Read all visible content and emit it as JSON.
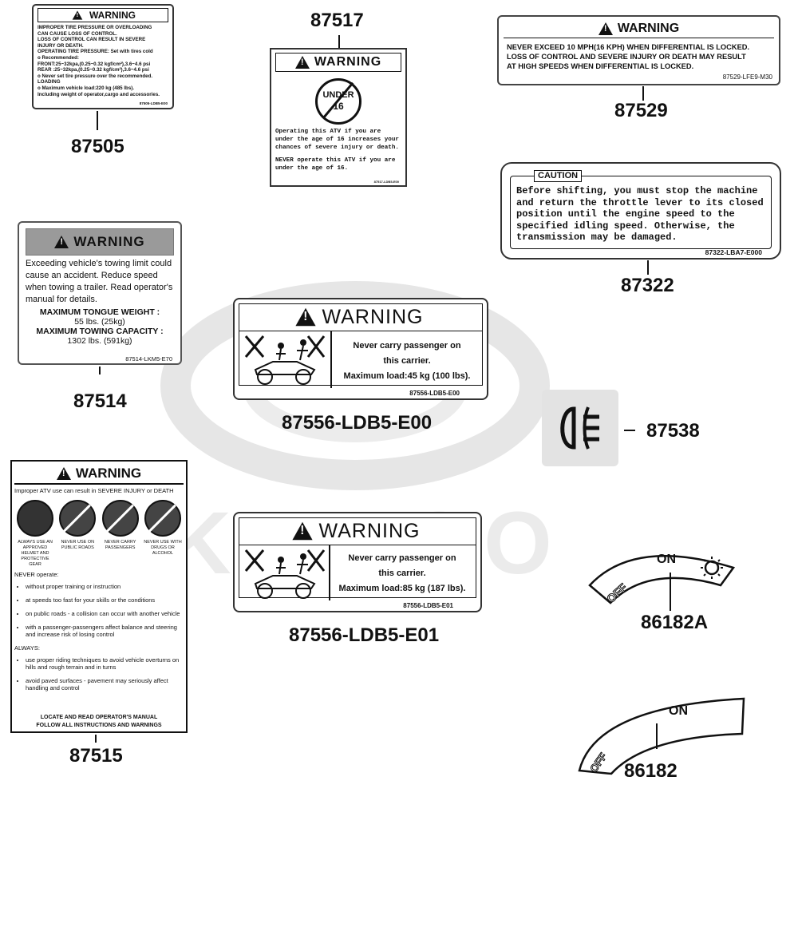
{
  "watermark": {
    "text": "KYMCO"
  },
  "labels": {
    "l87505": {
      "part": "87505",
      "header": "WARNING",
      "lines": [
        "IMPROPER TIRE PRESSURE OR OVERLOADING",
        "CAN CAUSE LOSS OF CONTROL.",
        "LOSS OF CONTROL CAN RESULT IN SEVERE",
        "INJURY OR DEATH.",
        "OPERATING TIRE PRESSURE: Set with tires cold",
        "o Recommended:",
        "FRONT:25~32kpa,(0.25~0.32 kgf/cm²),3.6~4.6 psi",
        "REAR :25~32kpa,(0.25~0.32 kgf/cm²),3.6~4.6 psi",
        "o Never set tire pressure over the recommended.",
        "LOADING",
        "o Maximum vehicle load:220 kg (485 lbs).",
        "Including weight of operator,cargo and accessories."
      ],
      "code": "87505-LDB5-E00"
    },
    "l87517": {
      "part": "87517",
      "header": "WARNING",
      "badge_line1": "UNDER",
      "badge_line2": "16",
      "text1": "Operating this ATV if you are under the age of 16 increases your chances of severe injury or death.",
      "text2": "NEVER operate this ATV if you are under the age of 16.",
      "code": "87517-LDB5-E00"
    },
    "l87529": {
      "part": "87529",
      "header": "WARNING",
      "lines": [
        "NEVER EXCEED 10 MPH(16 KPH) WHEN DIFFERENTIAL IS LOCKED.",
        "LOSS OF CONTROL AND SEVERE INJURY OR DEATH MAY RESULT",
        "AT HIGH SPEEDS WHEN DIFFERENTIAL IS LOCKED."
      ],
      "code": "87529-LFE9-M30"
    },
    "l87322": {
      "part": "87322",
      "header": "CAUTION",
      "text": "Before shifting, you must stop the machine and return the throttle lever to its closed position until the engine speed to the specified idling speed. Otherwise, the transmission may be damaged.",
      "code": "87322-LBA7-E000"
    },
    "l87514": {
      "part": "87514",
      "header": "WARNING",
      "text": "Exceeding vehicle's towing limit could cause an accident. Reduce speed when towing a trailer. Read operator's manual for details.",
      "tongue_label": "MAXIMUM TONGUE WEIGHT :",
      "tongue_value": "55 lbs. (25kg)",
      "towing_label": "MAXIMUM TOWING CAPACITY :",
      "towing_value": "1302 lbs. (591kg)",
      "code": "87514-LKM5-E70"
    },
    "l87556e00": {
      "part": "87556-LDB5-E00",
      "header": "WARNING",
      "line1": "Never carry passenger on",
      "line2": "this carrier.",
      "line3": "Maximum load:45 kg (100 lbs).",
      "code": "87556-LDB5-E00"
    },
    "l87538": {
      "part": "87538"
    },
    "l87515": {
      "part": "87515",
      "header": "WARNING",
      "intro": "Improper ATV use can result in SEVERE INJURY or DEATH",
      "icons": [
        "ALWAYS USE AN APPROVED HELMET AND PROTECTIVE GEAR",
        "NEVER USE ON PUBLIC ROADS",
        "NEVER CARRY PASSENGERS",
        "NEVER USE WITH DRUGS OR ALCOHOL"
      ],
      "never_heading": "NEVER operate:",
      "never": [
        "without proper training or instruction",
        "at speeds too fast for your skills or the conditions",
        "on public roads - a collision can occur with another vehicle",
        "with a passenger-passengers affect balance and steering and increase risk of losing control"
      ],
      "always_heading": "ALWAYS:",
      "always": [
        "use proper riding techniques to avoid vehicle overturns on hills and rough terrain and in turns",
        "avoid paved surfaces - pavement may seriously affect handling and control"
      ],
      "footer1": "LOCATE AND READ OPERATOR'S MANUAL",
      "footer2": "FOLLOW ALL INSTRUCTIONS AND WARNINGS"
    },
    "l87556e01": {
      "part": "87556-LDB5-E01",
      "header": "WARNING",
      "line1": "Never carry passenger on",
      "line2": "this carrier.",
      "line3": "Maximum load:85 kg (187 lbs).",
      "code": "87556-LDB5-E01"
    },
    "l86182A": {
      "part": "86182A",
      "off": "OFF",
      "on": "ON"
    },
    "l86182": {
      "part": "86182",
      "off": "OFF",
      "on": "ON"
    }
  },
  "colors": {
    "ink": "#111111",
    "header_band": "#9a9a9a",
    "watermark": "#e6e6e6",
    "fog_bg": "#e3e3e3"
  },
  "icons": [
    "warning-triangle-icon",
    "fog-lamp-icon",
    "headlight-icon",
    "passenger-prohibited-icon"
  ]
}
